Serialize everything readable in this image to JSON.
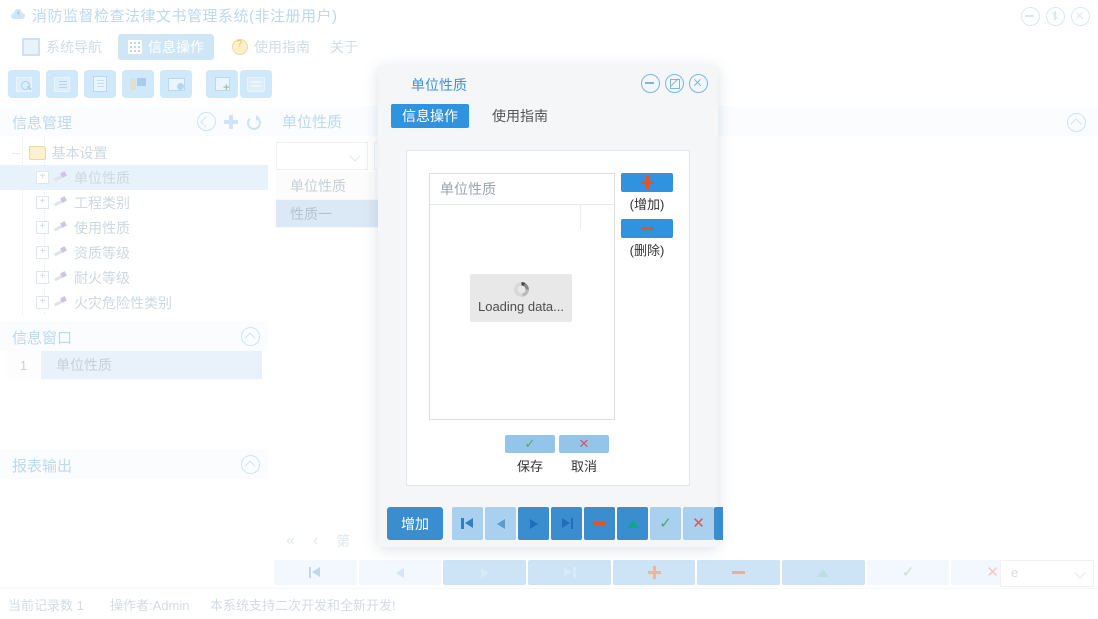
{
  "window": {
    "title": "消防监督检查法律文书管理系统(非注册用户)",
    "controls": [
      {
        "name": "minimize-button",
        "icon": "minimize-icon"
      },
      {
        "name": "maximize-button",
        "icon": "maximize-icon"
      },
      {
        "name": "close-button",
        "icon": "close-icon"
      }
    ]
  },
  "nav": {
    "tabs": [
      {
        "label": "系统导航",
        "icon": "screen-icon",
        "active": false
      },
      {
        "label": "信息操作",
        "icon": "grid-icon",
        "active": true
      },
      {
        "label": "使用指南",
        "icon": "help-icon",
        "active": false
      },
      {
        "label": "关于",
        "icon": "",
        "active": false
      }
    ]
  },
  "toolbar": {
    "buttons": [
      {
        "name": "query-button",
        "icon": "magnifier-screen-icon"
      },
      {
        "name": "list-button",
        "icon": "list-icon"
      },
      {
        "name": "document-button",
        "icon": "document-icon"
      },
      {
        "name": "user-button",
        "icon": "person-card-icon"
      },
      {
        "name": "monitor-button",
        "icon": "monitor-globe-icon"
      },
      {
        "name": "export-button",
        "icon": "export-icon"
      },
      {
        "name": "print-button",
        "icon": "printer-icon"
      }
    ]
  },
  "sidebar": {
    "info_manage": {
      "title": "信息管理",
      "actions": [
        "collapse-icon",
        "add-icon",
        "refresh-icon"
      ],
      "tree": {
        "root": "基本设置",
        "items": [
          {
            "label": "单位性质",
            "selected": true
          },
          {
            "label": "工程类别",
            "selected": false
          },
          {
            "label": "使用性质",
            "selected": false
          },
          {
            "label": "资质等级",
            "selected": false
          },
          {
            "label": "耐火等级",
            "selected": false
          },
          {
            "label": "火灾危险性类别",
            "selected": false
          }
        ]
      }
    },
    "info_window": {
      "title": "信息窗口",
      "rows": [
        {
          "index": "1",
          "value": "单位性质"
        }
      ]
    },
    "report_output": {
      "title": "报表输出"
    }
  },
  "main": {
    "title": "单位性质",
    "list_items": [
      {
        "label": "单位性质",
        "selected": false
      },
      {
        "label": "性质一",
        "selected": true
      }
    ],
    "pager": {
      "first": "«",
      "prev": "‹",
      "page_label": "第"
    },
    "bottom_nav": [
      {
        "name": "first-record-button",
        "icon": "first-icon"
      },
      {
        "name": "prev-record-button",
        "icon": "prev-icon"
      },
      {
        "name": "next-record-button",
        "icon": "next-icon"
      },
      {
        "name": "last-record-button",
        "icon": "last-icon"
      },
      {
        "name": "add-record-button",
        "icon": "plus-icon"
      },
      {
        "name": "delete-record-button",
        "icon": "minus-icon"
      },
      {
        "name": "edit-record-button",
        "icon": "triangle-icon"
      },
      {
        "name": "confirm-button",
        "icon": "check-icon"
      },
      {
        "name": "cancel-button",
        "icon": "cross-icon"
      }
    ],
    "bottom_select": {
      "value": "e"
    }
  },
  "dialog": {
    "title": "单位性质",
    "controls": [
      {
        "name": "dialog-minimize-button",
        "icon": "minimize-icon"
      },
      {
        "name": "dialog-restore-button",
        "icon": "restore-icon"
      },
      {
        "name": "dialog-close-button",
        "icon": "close-icon"
      }
    ],
    "tabs": [
      {
        "label": "信息操作",
        "active": true
      },
      {
        "label": "使用指南",
        "active": false
      }
    ],
    "list_header": "单位性质",
    "loading_text": "Loading data...",
    "side_buttons": [
      {
        "icon": "plus-icon",
        "label": "(增加)"
      },
      {
        "icon": "minus-icon",
        "label": "(删除)"
      }
    ],
    "actions": [
      {
        "icon": "check-icon",
        "label": "保存"
      },
      {
        "icon": "cross-icon",
        "label": "取消"
      }
    ],
    "footer": {
      "add_label": "增加",
      "nav_buttons": [
        {
          "name": "first-record-button",
          "icon": "first-icon"
        },
        {
          "name": "prev-record-button",
          "icon": "prev-icon"
        },
        {
          "name": "next-record-button",
          "icon": "next-icon"
        },
        {
          "name": "last-record-button",
          "icon": "last-icon"
        },
        {
          "name": "delete-record-button",
          "icon": "minus-icon"
        },
        {
          "name": "edit-record-button",
          "icon": "triangle-icon"
        },
        {
          "name": "confirm-button",
          "icon": "check-icon"
        },
        {
          "name": "cancel-button",
          "icon": "cross-icon"
        }
      ]
    }
  },
  "status": {
    "record_count": "当前记录数 1",
    "operator": "操作者:Admin",
    "note": "本系统支持二次开发和全新开发!"
  },
  "colors": {
    "accent": "#2f93e0",
    "accent_dark": "#3a8ed0",
    "tab_active_bg": "#cfe6f7",
    "title_text": "#bcd9ef",
    "orange": "#e8521f",
    "green": "#5aa469",
    "red": "#cf5b5b"
  }
}
